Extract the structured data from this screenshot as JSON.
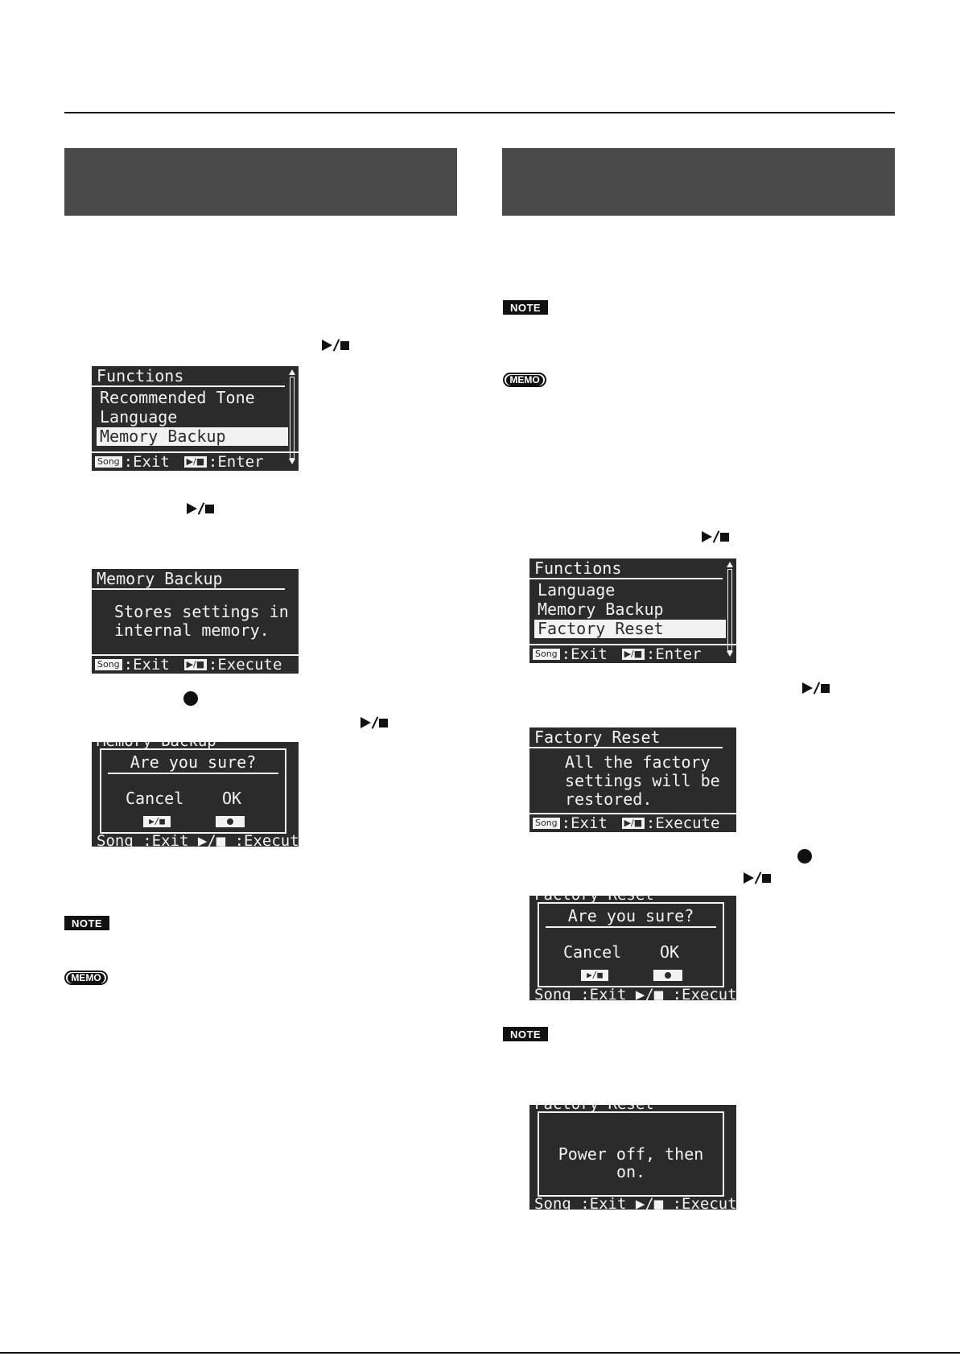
{
  "screens": {
    "functions_1": {
      "title": "Functions",
      "items": [
        "Recommended Tone",
        "Language",
        "Memory Backup"
      ],
      "footer_song": "Song",
      "footer_exit": ":Exit",
      "footer_ps": "▶/■",
      "footer_enter": ":Enter"
    },
    "memory_backup": {
      "title": "Memory Backup",
      "message": "Stores settings in\ninternal memory.",
      "footer_song": "Song",
      "footer_exit": ":Exit",
      "footer_ps": "▶/■",
      "footer_execute": ":Execute"
    },
    "confirm_1": {
      "question": "Are you sure?",
      "cancel": "Cancel",
      "ok": "OK",
      "cancel_key": "▶/■",
      "bg_title": "Memory Backup",
      "bg_footer": "Song :Exit ▶/■ :Execute"
    },
    "functions_2": {
      "title": "Functions",
      "items": [
        "Language",
        "Memory Backup",
        "Factory Reset"
      ],
      "footer_song": "Song",
      "footer_exit": ":Exit",
      "footer_ps": "▶/■",
      "footer_enter": ":Enter"
    },
    "factory_reset": {
      "title": "Factory Reset",
      "message": "All the factory\nsettings will be\nrestored.",
      "footer_song": "Song",
      "footer_exit": ":Exit",
      "footer_ps": "▶/■",
      "footer_execute": ":Execute"
    },
    "confirm_2": {
      "question": "Are you sure?",
      "cancel": "Cancel",
      "ok": "OK",
      "cancel_key": "▶/■",
      "bg_title": "Factory Reset",
      "bg_footer": "Song :Exit ▶/■ :Execute"
    },
    "power_off": {
      "message": "Power off, then on.",
      "bg_title": "Factory Reset",
      "bg_footer": "Song :Exit ▶/■ :Execute"
    }
  },
  "badges": {
    "note": "NOTE",
    "memo": "MEMO"
  },
  "colors": {
    "header_band": "#4a4a4a",
    "lcd_bg": "#2b2b2b",
    "lcd_fg": "#f2f2f2"
  }
}
